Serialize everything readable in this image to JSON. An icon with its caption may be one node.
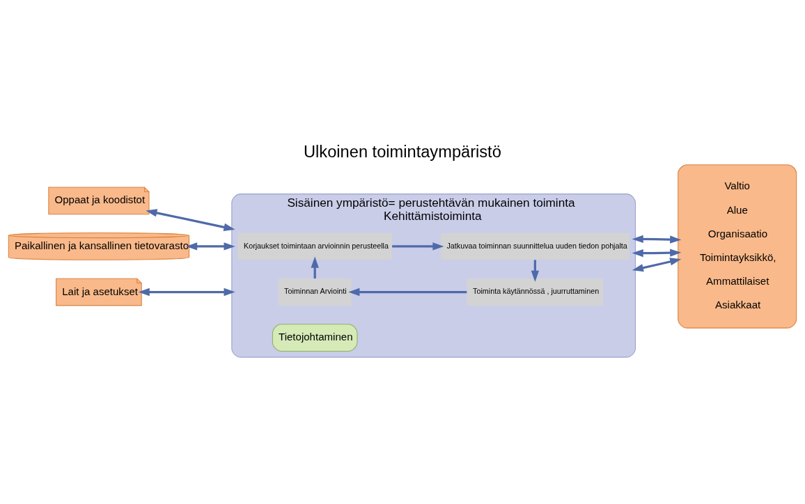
{
  "diagram": {
    "title": "Ulkoinen toimintaympäristö",
    "nodes": [
      {
        "text": [
          "Oppaat ja koodistot"
        ]
      },
      {
        "text": [
          "Lait ja asetukset"
        ]
      },
      {
        "text": [
          "Paikallinen ja kansallinen tietovarasto"
        ]
      },
      {
        "text": [
          "Sisäinen ympäristö= perustehtävän mukainen toiminta",
          "Kehittämistoiminta"
        ]
      },
      {
        "text": [
          "Korjaukset toimintaan arvioinnin perusteella"
        ],
        "in": 3
      },
      {
        "text": [
          "Jatkuvaa toiminnan suunnittelua uuden tiedon pohjalta"
        ],
        "in": 3
      },
      {
        "text": [
          "Toiminta käytännössä , juurruttaminen"
        ],
        "in": 3
      },
      {
        "text": [
          "Toiminnan Arviointi"
        ],
        "in": 3
      },
      {
        "text": [
          "Tietojohtaminen"
        ],
        "in": 3
      },
      {
        "text": [
          "Valtio",
          "Alue",
          "Organisaatio",
          "Toimintayksikkö,",
          "Ammattilaiset",
          "Asiakkaat"
        ]
      }
    ],
    "edges": [
      {
        "from": 0,
        "to": 3,
        "arrow": "both"
      },
      {
        "from": 1,
        "to": 3,
        "arrow": "both"
      },
      {
        "from": 2,
        "to": 3,
        "arrow": "both"
      },
      {
        "from": 3,
        "to": 9,
        "arrow": "both"
      },
      {
        "from": 3,
        "to": 9,
        "arrow": "both"
      },
      {
        "from": 3,
        "to": 9,
        "arrow": "both"
      },
      {
        "from": 4,
        "to": 5,
        "arrow": "to"
      },
      {
        "from": 5,
        "to": 6,
        "arrow": "to"
      },
      {
        "from": 6,
        "to": 7,
        "arrow": "to"
      },
      {
        "from": 7,
        "to": 4,
        "arrow": "to"
      }
    ]
  }
}
